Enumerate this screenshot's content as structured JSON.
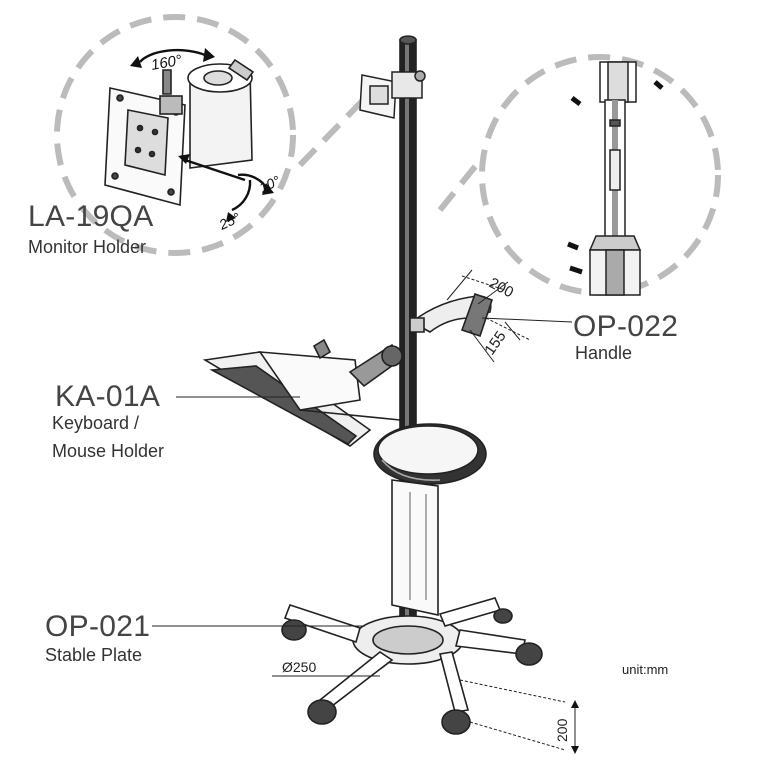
{
  "callouts": {
    "monitor_holder": {
      "code": "LA-19QA",
      "name": "Monitor Holder"
    },
    "handle": {
      "code": "OP-022",
      "name": "Handle"
    },
    "keyboard_holder": {
      "code": "KA-01A",
      "name_line1": "Keyboard /",
      "name_line2": "Mouse Holder"
    },
    "stable_plate": {
      "code": "OP-021",
      "name": "Stable Plate"
    }
  },
  "dimensions": {
    "rotation": "160°",
    "tilt_up": "10°",
    "tilt_down": "25°",
    "handle_width": "200",
    "handle_depth": "155",
    "plate_diameter": "Ø250",
    "base_height": "200"
  },
  "unit": "unit:mm"
}
